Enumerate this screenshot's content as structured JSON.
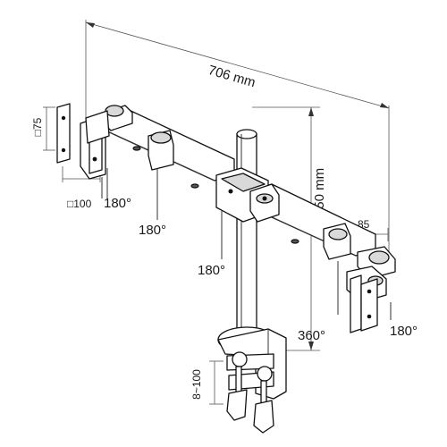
{
  "labels": {
    "width_dim": "706 mm",
    "height_dim": "450 mm",
    "arm_dim": "85",
    "vesa_h": "□75",
    "vesa_w": "□100",
    "rot_left_plate": "180°",
    "rot_left_joint": "180°",
    "rot_center": "180°",
    "rot_pole": "360°",
    "rot_right_plate": "180°",
    "clamp_range": "8~100"
  }
}
